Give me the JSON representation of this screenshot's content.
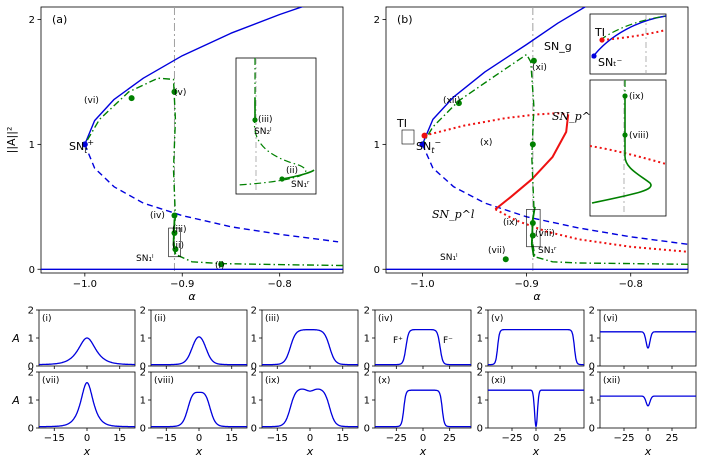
{
  "colors": {
    "blue": "#0000dd",
    "green": "#008000",
    "red": "#ee1111",
    "grey": "#a0a0a0"
  },
  "chart_data": [
    {
      "id": "a",
      "type": "line",
      "panel_label": "(a)",
      "xlabel": "α",
      "ylabel": "||A||²",
      "xlim": [
        -1.045,
        -0.735
      ],
      "ylim": [
        -0.03,
        2.1
      ],
      "xticks": [
        -1.0,
        -0.9,
        -0.8
      ],
      "xticklabels": [
        "−1.0",
        "−0.9",
        "−0.8"
      ],
      "yticks": [
        0,
        1,
        2
      ],
      "yticklabels": [
        "0",
        "1",
        "2"
      ],
      "vline_x": -0.908,
      "series": [
        {
          "style": "blue-solid",
          "x": [
            -1.0,
            -0.99,
            -0.97,
            -0.94,
            -0.9,
            -0.85,
            -0.8,
            -0.77
          ],
          "y": [
            1.0,
            1.19,
            1.36,
            1.53,
            1.71,
            1.89,
            2.04,
            2.12
          ]
        },
        {
          "style": "blue-dashed",
          "x": [
            -1.0,
            -0.99,
            -0.97,
            -0.94,
            -0.9,
            -0.85,
            -0.8,
            -0.74
          ],
          "y": [
            1.0,
            0.81,
            0.66,
            0.53,
            0.43,
            0.34,
            0.28,
            0.22
          ]
        },
        {
          "style": "blue-solid",
          "x": [
            -1.045,
            -0.735
          ],
          "y": [
            0.0,
            0.0
          ]
        },
        {
          "style": "green-dashdot",
          "x": [
            -0.735,
            -0.78,
            -0.82,
            -0.86,
            -0.89,
            -0.907,
            -0.909,
            -0.907,
            -0.909,
            -0.907,
            -0.909,
            -0.925,
            -0.955,
            -0.985,
            -1.0
          ],
          "y": [
            0.03,
            0.035,
            0.04,
            0.045,
            0.06,
            0.12,
            0.25,
            0.42,
            0.8,
            1.2,
            1.52,
            1.53,
            1.42,
            1.2,
            1.0
          ]
        },
        {
          "style": "green-solid",
          "x": [
            -0.907,
            -0.909,
            -0.908
          ],
          "y": [
            0.12,
            0.2,
            0.4
          ]
        }
      ],
      "points": [
        {
          "x": -1.0,
          "y": 1.0,
          "label": "SN",
          "sub": "t",
          "sup": "+",
          "color": "blue"
        },
        {
          "x": -0.86,
          "y": 0.04,
          "label": "(i)",
          "color": "green"
        },
        {
          "x": -0.907,
          "y": 0.16,
          "label": "(ii)",
          "color": "green"
        },
        {
          "x": -0.908,
          "y": 0.29,
          "label": "(iii)",
          "color": "green"
        },
        {
          "x": -0.908,
          "y": 0.43,
          "label": "(iv)",
          "color": "green"
        },
        {
          "x": -0.908,
          "y": 1.42,
          "label": "(v)",
          "color": "green"
        },
        {
          "x": -0.952,
          "y": 1.37,
          "label": "(vi)",
          "color": "green"
        }
      ],
      "annotations": [
        {
          "text": "SN₁ˡ",
          "x": -0.935,
          "y": 0.1
        }
      ],
      "inset": {
        "labels": [
          "(iii)",
          "SN₂ˡ",
          "(ii)",
          "SN₁ʳ"
        ]
      }
    },
    {
      "id": "b",
      "type": "line",
      "panel_label": "(b)",
      "xlabel": "α",
      "ylabel": "",
      "xlim": [
        -1.035,
        -0.745
      ],
      "ylim": [
        -0.03,
        2.1
      ],
      "xticks": [
        -1.0,
        -0.9,
        -0.8
      ],
      "xticklabels": [
        "−1.0",
        "−0.9",
        "−0.8"
      ],
      "yticks": [
        0,
        1,
        2
      ],
      "yticklabels": [
        "0",
        "1",
        "2"
      ],
      "vline_x": -0.894,
      "series": [
        {
          "style": "blue-solid",
          "x": [
            -1.0,
            -0.99,
            -0.97,
            -0.94,
            -0.9,
            -0.87,
            -0.84
          ],
          "y": [
            1.0,
            1.2,
            1.38,
            1.58,
            1.8,
            1.97,
            2.12
          ]
        },
        {
          "style": "blue-dashed",
          "x": [
            -1.0,
            -0.99,
            -0.97,
            -0.94,
            -0.9,
            -0.85,
            -0.8,
            -0.745
          ],
          "y": [
            1.0,
            0.81,
            0.66,
            0.53,
            0.42,
            0.33,
            0.26,
            0.2
          ]
        },
        {
          "style": "blue-solid",
          "x": [
            -1.035,
            -0.745
          ],
          "y": [
            0.0,
            0.0
          ]
        },
        {
          "style": "red-dotted",
          "x": [
            -0.998,
            -0.96,
            -0.92,
            -0.89,
            -0.87,
            -0.86
          ],
          "y": [
            1.07,
            1.15,
            1.21,
            1.24,
            1.25,
            1.24
          ]
        },
        {
          "style": "red-dotted",
          "x": [
            -0.93,
            -0.91,
            -0.88,
            -0.85,
            -0.8,
            -0.745
          ],
          "y": [
            0.48,
            0.39,
            0.3,
            0.24,
            0.18,
            0.14
          ]
        },
        {
          "style": "red-solid",
          "x": [
            -0.86,
            -0.862,
            -0.875,
            -0.895,
            -0.915,
            -0.93
          ],
          "y": [
            1.24,
            1.1,
            0.9,
            0.72,
            0.58,
            0.48
          ]
        },
        {
          "style": "green-dashdot",
          "x": [
            -0.745,
            -0.8,
            -0.85,
            -0.875,
            -0.892,
            -0.895,
            -0.893,
            -0.895,
            -0.893,
            -0.896,
            -0.9,
            -0.93,
            -0.965,
            -0.99,
            -1.0
          ],
          "y": [
            0.04,
            0.045,
            0.05,
            0.06,
            0.1,
            0.25,
            0.5,
            0.9,
            1.3,
            1.66,
            1.72,
            1.55,
            1.35,
            1.14,
            1.0
          ]
        },
        {
          "style": "green-solid",
          "x": [
            -0.893,
            -0.895,
            -0.894,
            -0.892
          ],
          "y": [
            0.1,
            0.2,
            0.4,
            0.5
          ]
        }
      ],
      "points": [
        {
          "x": -1.0,
          "y": 1.0,
          "label": "SN",
          "sub": "t",
          "sup": "−",
          "color": "blue"
        },
        {
          "x": -0.998,
          "y": 1.07,
          "label": "TI",
          "color": "red"
        },
        {
          "x": -0.92,
          "y": 0.08,
          "label": "(vii)",
          "color": "green"
        },
        {
          "x": -0.894,
          "y": 0.27,
          "label": "(viii)",
          "color": "green"
        },
        {
          "x": -0.894,
          "y": 0.37,
          "label": "(ix)",
          "color": "green"
        },
        {
          "x": -0.894,
          "y": 1.0,
          "label": "(x)",
          "color": "green"
        },
        {
          "x": -0.893,
          "y": 1.67,
          "label": "(xi)",
          "color": "green"
        },
        {
          "x": -0.965,
          "y": 1.33,
          "label": "(xii)",
          "color": "green"
        }
      ],
      "annotations": [
        {
          "text": "SN_g"
        },
        {
          "text": "SN_p^r"
        },
        {
          "text": "SN_p^l"
        },
        {
          "text": "SN₁ˡ"
        },
        {
          "text": "SN₁ʳ"
        }
      ],
      "inset_top": {
        "labels": [
          "TI",
          "SNₜ⁻"
        ]
      },
      "inset_bottom": {
        "labels": [
          "(ix)",
          "(viii)"
        ]
      }
    },
    {
      "id": "profiles",
      "type": "line",
      "xlabel": "x",
      "ylabel": "A",
      "ylim": [
        0,
        2
      ],
      "yticks": [
        0,
        1,
        2
      ],
      "panels": [
        {
          "label": "(i)",
          "kind": "bump",
          "height": 1.0,
          "width": 3.5,
          "plateau": 0,
          "xlim": [
            -22,
            22
          ],
          "xticks": [
            -15,
            0,
            15
          ],
          "base": 0.05
        },
        {
          "label": "(ii)",
          "kind": "plateau",
          "height": 1.35,
          "width": 3.0,
          "plateau": 3,
          "xlim": [
            -22,
            22
          ],
          "xticks": [
            -15,
            0,
            15
          ],
          "base": 0.05
        },
        {
          "label": "(iii)",
          "kind": "plateau",
          "height": 1.3,
          "width": 2.5,
          "plateau": 9,
          "xlim": [
            -22,
            22
          ],
          "xticks": [
            -15,
            0,
            15
          ],
          "base": 0.05
        },
        {
          "label": "(iv)",
          "kind": "plateau",
          "height": 1.3,
          "width": 2.5,
          "plateau": 16,
          "xlim": [
            -45,
            45
          ],
          "xticks": [
            -25,
            0,
            25
          ],
          "base": 0.05,
          "front_left": "F⁺",
          "front_right": "F⁻"
        },
        {
          "label": "(v)",
          "kind": "plateau",
          "height": 1.3,
          "width": 2.0,
          "plateau": 40,
          "xlim": [
            -50,
            50
          ],
          "xticks": [
            -25,
            0,
            25
          ],
          "base": 0.05
        },
        {
          "label": "(vi)",
          "kind": "hole",
          "height": 1.22,
          "depth": 0.58,
          "width": 2.0,
          "xlim": [
            -50,
            50
          ],
          "xticks": [
            -25,
            0,
            25
          ]
        },
        {
          "label": "(vii)",
          "kind": "bump",
          "height": 1.62,
          "width": 2.5,
          "plateau": 0,
          "xlim": [
            -22,
            22
          ],
          "xticks": [
            -15,
            0,
            15
          ],
          "base": 0.05
        },
        {
          "label": "(viii)",
          "kind": "double",
          "height": 1.42,
          "width": 2.5,
          "plateau": 5,
          "xlim": [
            -22,
            22
          ],
          "xticks": [
            -15,
            0,
            15
          ],
          "base": 0.05
        },
        {
          "label": "(ix)",
          "kind": "double",
          "height": 1.42,
          "width": 2.5,
          "plateau": 9,
          "xlim": [
            -22,
            22
          ],
          "xticks": [
            -15,
            0,
            15
          ],
          "base": 0.05
        },
        {
          "label": "(x)",
          "kind": "plateau",
          "height": 1.35,
          "width": 2.0,
          "plateau": 18,
          "xlim": [
            -45,
            45
          ],
          "xticks": [
            -25,
            0,
            25
          ],
          "base": 0.05
        },
        {
          "label": "(xi)",
          "kind": "hole",
          "height": 1.35,
          "depth": 1.3,
          "width": 1.5,
          "xlim": [
            -50,
            50
          ],
          "xticks": [
            -25,
            0,
            25
          ]
        },
        {
          "label": "(xii)",
          "kind": "hole",
          "height": 1.14,
          "depth": 0.35,
          "width": 2.0,
          "xlim": [
            -50,
            50
          ],
          "xticks": [
            -25,
            0,
            25
          ]
        }
      ]
    }
  ]
}
